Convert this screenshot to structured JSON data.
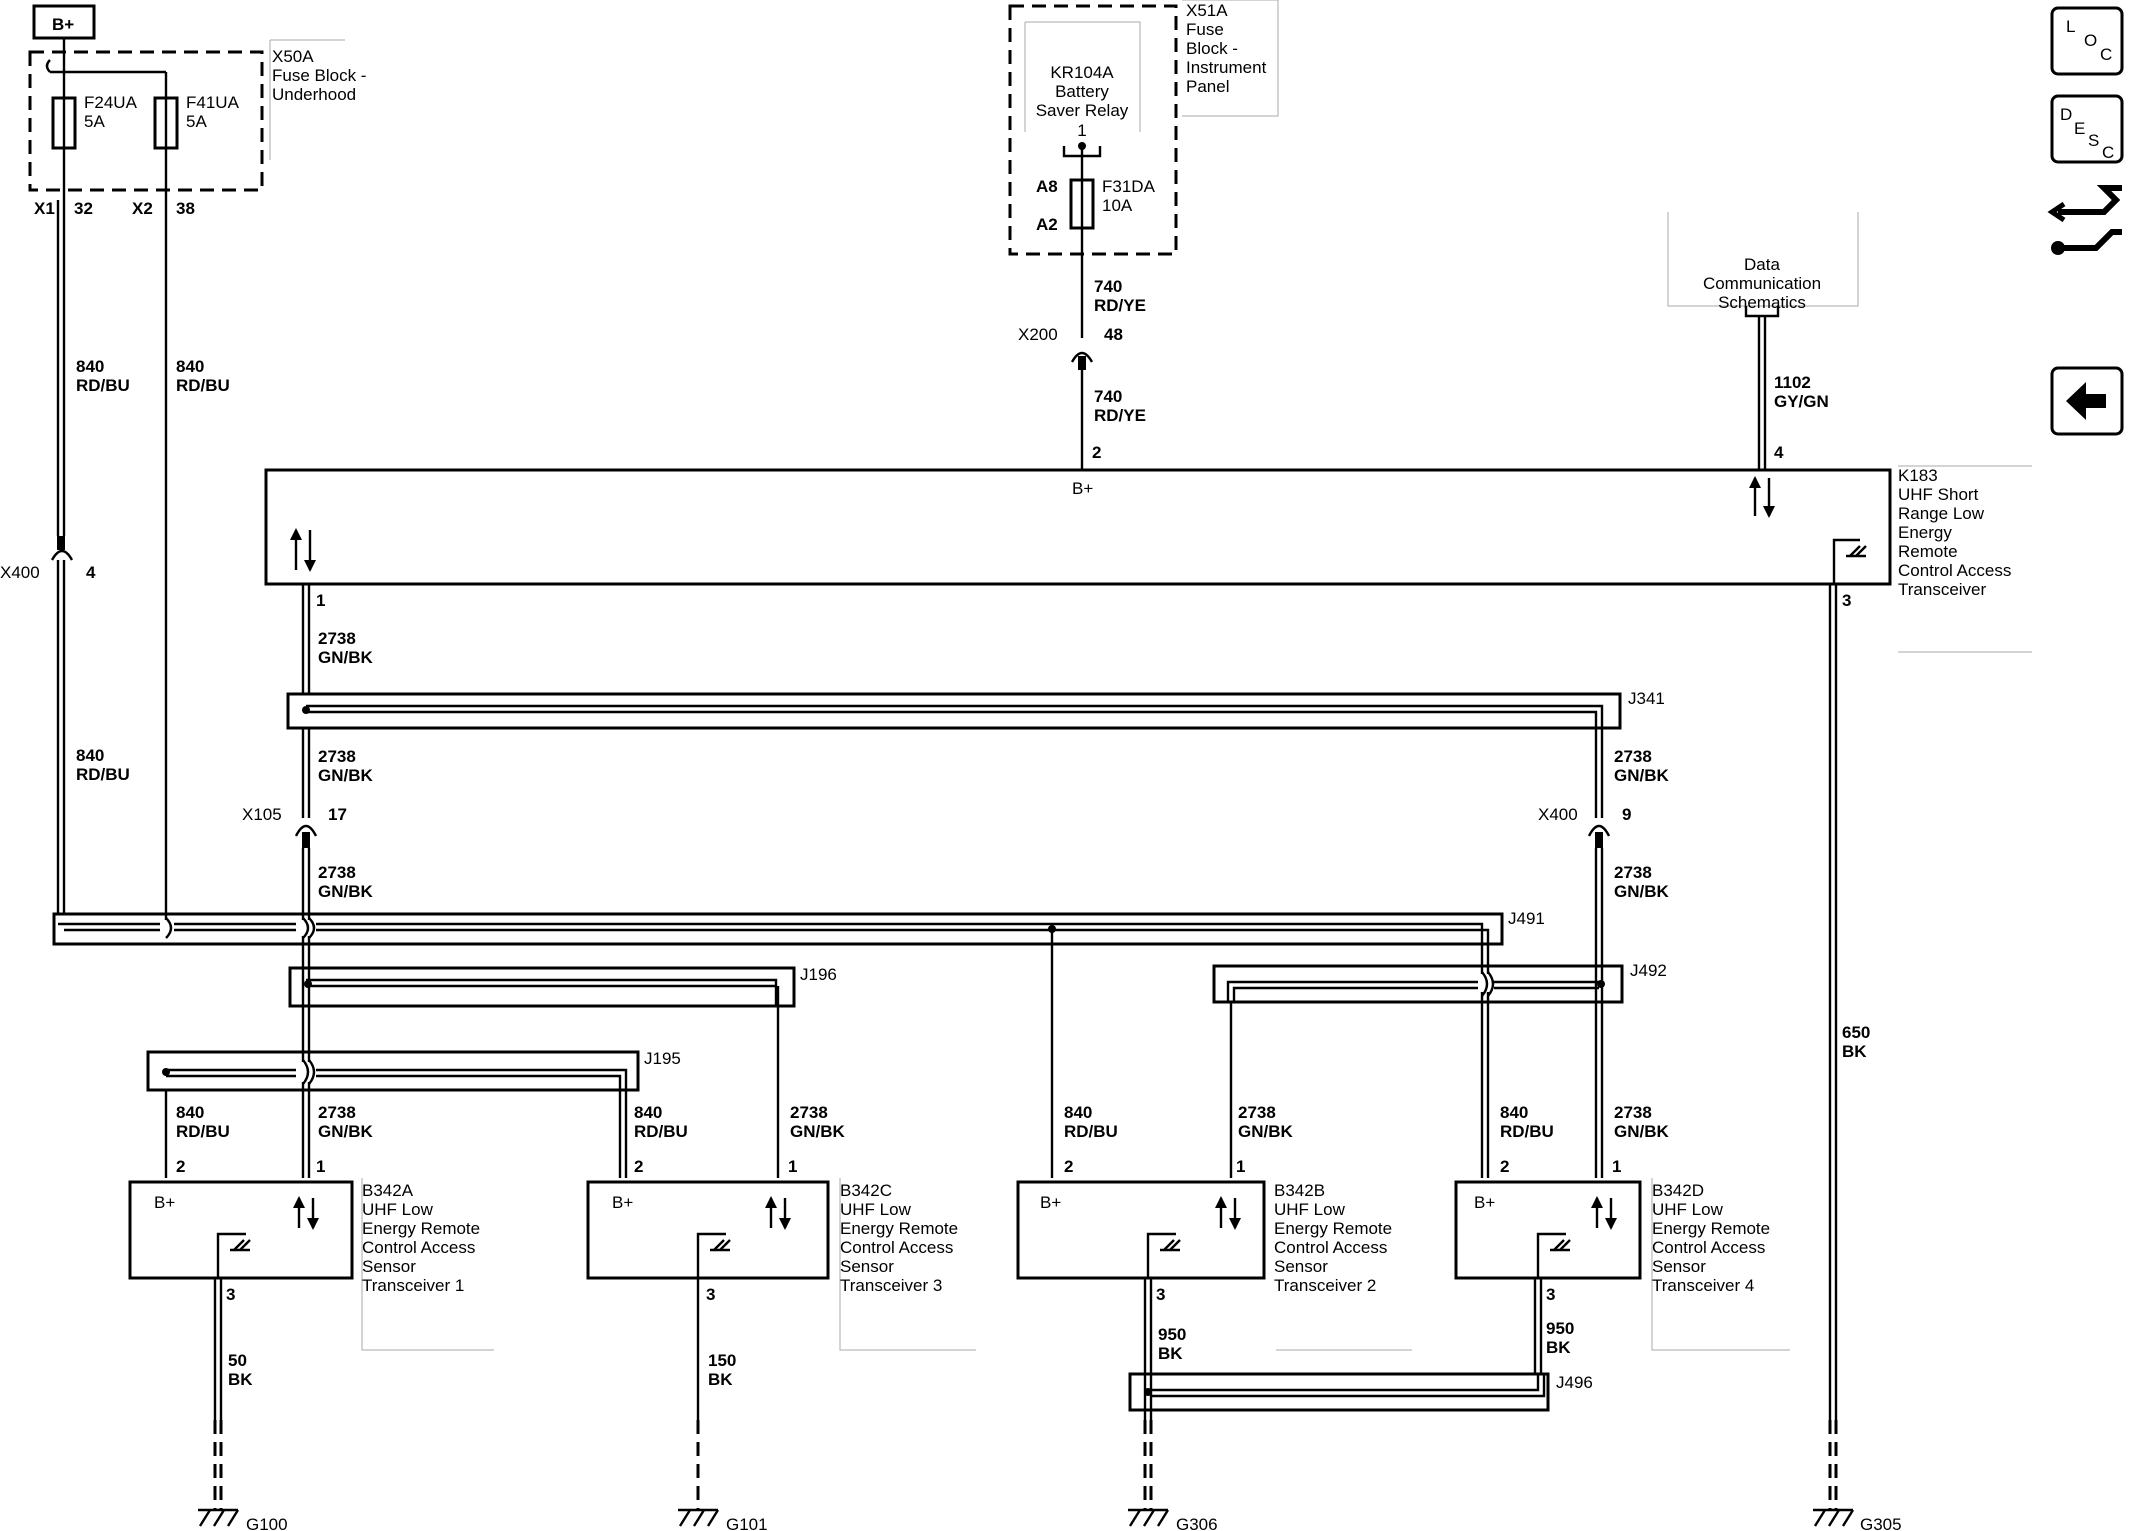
{
  "power": {
    "label": "B+"
  },
  "fuse_block_underhood": {
    "label": [
      "X50A",
      "Fuse Block -",
      "Underhood"
    ],
    "fuses": [
      {
        "name": "F24UA",
        "rating": "5A",
        "conn": "X1",
        "pin": "32"
      },
      {
        "name": "F41UA",
        "rating": "5A",
        "conn": "X2",
        "pin": "38"
      }
    ]
  },
  "fuse_block_ip": {
    "label": [
      "X51A",
      "Fuse",
      "Block -",
      "Instrument",
      "Panel"
    ],
    "relay": [
      "KR104A",
      "Battery",
      "Saver Relay"
    ],
    "relay_pin": "1",
    "fuse": {
      "name": "F31DA",
      "rating": "10A",
      "pin_in": "A8",
      "pin_out": "A2"
    }
  },
  "data_comm": {
    "label": [
      "Data",
      "Communication",
      "Schematics"
    ]
  },
  "connectors": [
    {
      "name": "X200",
      "pin": "48"
    },
    {
      "name": "X400",
      "pin": "4"
    },
    {
      "name": "X105",
      "pin": "17"
    },
    {
      "name": "X400",
      "pin": "9"
    }
  ],
  "splices": [
    "J341",
    "J491",
    "J196",
    "J492",
    "J195",
    "J496"
  ],
  "wires": {
    "w840a": [
      "840",
      "RD/BU"
    ],
    "w840b": [
      "840",
      "RD/BU"
    ],
    "w840c": [
      "840",
      "RD/BU"
    ],
    "w740a": [
      "740",
      "RD/YE"
    ],
    "w740b": [
      "740",
      "RD/YE"
    ],
    "w1102": [
      "1102",
      "GY/GN"
    ],
    "w2738a": [
      "2738",
      "GN/BK"
    ],
    "w2738b": [
      "2738",
      "GN/BK"
    ],
    "w2738c": [
      "2738",
      "GN/BK"
    ],
    "w2738d": [
      "2738",
      "GN/BK"
    ],
    "w2738e": [
      "2738",
      "GN/BK"
    ],
    "w650": [
      "650",
      "BK"
    ],
    "b1_840": [
      "840",
      "RD/BU"
    ],
    "b1_2738": [
      "2738",
      "GN/BK"
    ],
    "b3_840": [
      "840",
      "RD/BU"
    ],
    "b3_2738": [
      "2738",
      "GN/BK"
    ],
    "b2_840": [
      "840",
      "RD/BU"
    ],
    "b2_2738": [
      "2738",
      "GN/BK"
    ],
    "b4_840": [
      "840",
      "RD/BU"
    ],
    "b4_2738": [
      "2738",
      "GN/BK"
    ],
    "g50": [
      "50",
      "BK"
    ],
    "g150": [
      "150",
      "BK"
    ],
    "g950a": [
      "950",
      "BK"
    ],
    "g950b": [
      "950",
      "BK"
    ]
  },
  "module": {
    "label": [
      "K183",
      "UHF Short",
      "Range Low",
      "Energy",
      "Remote",
      "Control Access",
      "Transceiver"
    ],
    "bplus": "B+",
    "pins": {
      "power": "2",
      "data": "4",
      "bus": "1",
      "ground": "3"
    }
  },
  "sensors": [
    {
      "label": [
        "B342A",
        "UHF Low",
        "Energy Remote",
        "Control Access",
        "Sensor",
        "Transceiver 1"
      ],
      "bplus": "B+",
      "pins": [
        "2",
        "1",
        "3"
      ]
    },
    {
      "label": [
        "B342C",
        "UHF Low",
        "Energy Remote",
        "Control Access",
        "Sensor",
        "Transceiver 3"
      ],
      "bplus": "B+",
      "pins": [
        "2",
        "1",
        "3"
      ]
    },
    {
      "label": [
        "B342B",
        "UHF Low",
        "Energy Remote",
        "Control Access",
        "Sensor",
        "Transceiver 2"
      ],
      "bplus": "B+",
      "pins": [
        "2",
        "1",
        "3"
      ]
    },
    {
      "label": [
        "B342D",
        "UHF Low",
        "Energy Remote",
        "Control Access",
        "Sensor",
        "Transceiver 4"
      ],
      "bplus": "B+",
      "pins": [
        "2",
        "1",
        "3"
      ]
    }
  ],
  "grounds": [
    "G100",
    "G101",
    "G306",
    "G305"
  ],
  "sidebar": {
    "loc": [
      "L",
      "O",
      "C"
    ],
    "desc": [
      "D",
      "E",
      "S",
      "C"
    ],
    "icons": [
      "loc-icon",
      "desc-icon",
      "connector-service-icon",
      "back-arrow-icon"
    ]
  }
}
